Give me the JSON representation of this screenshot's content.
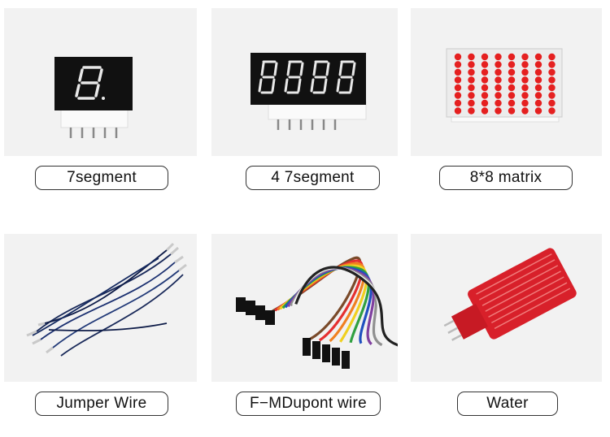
{
  "products": [
    {
      "id": "seven-seg",
      "label": "7segment",
      "icon": "seven-segment-display"
    },
    {
      "id": "four-seg",
      "label": "4 7segment",
      "icon": "four-digit-seven-segment-display"
    },
    {
      "id": "matrix",
      "label": "8*8 matrix",
      "icon": "led-matrix-8x8"
    },
    {
      "id": "jumper",
      "label": "Jumper Wire",
      "icon": "jumper-wires"
    },
    {
      "id": "dupont",
      "label": "F−MDupont wire",
      "icon": "dupont-ribbon-cable"
    },
    {
      "id": "water",
      "label": "Water",
      "icon": "water-level-sensor"
    }
  ],
  "colors": {
    "background": "#ffffff",
    "photo_bg": "#f2f2f2",
    "display_body": "#111111",
    "segment_off": "#e8e8e8",
    "matrix_led": "#e52020",
    "sensor_pcb": "#d8202a"
  }
}
